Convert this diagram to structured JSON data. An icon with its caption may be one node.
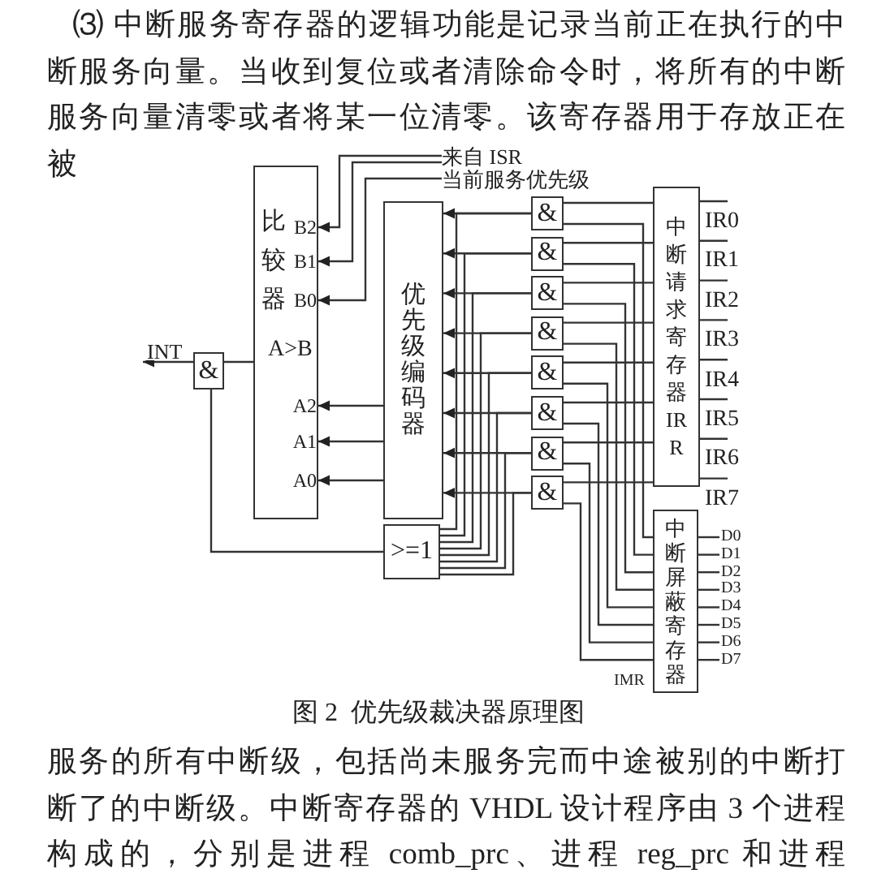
{
  "diagram": {
    "caption": "图 2  优先级裁决器原理图",
    "nodes": [
      {
        "text": [
          "来自 ISR"
        ]
      },
      {
        "text": [
          "当前服务优先级"
        ]
      },
      {
        "text": [
          "比较器",
          "A>B"
        ]
      },
      {
        "text": [
          "&"
        ]
      },
      {
        "text": [
          "优先级编码器"
        ]
      },
      {
        "text": [
          "&"
        ]
      },
      {
        "text": [
          "&"
        ]
      },
      {
        "text": [
          "&"
        ]
      },
      {
        "text": [
          "&"
        ]
      },
      {
        "text": [
          "&"
        ]
      },
      {
        "text": [
          "&"
        ]
      },
      {
        "text": [
          "&"
        ]
      },
      {
        "text": [
          "&"
        ]
      },
      {
        "text": [
          "中断请求寄存器 IRR"
        ]
      },
      {
        "text": [
          ">=1"
        ]
      },
      {
        "text": [
          "中断屏蔽寄存器"
        ],
        "beside": [
          "IMR"
        ]
      }
    ],
    "edges": [
      {
        "from": 0,
        "to": 2,
        "arrow": "to"
      },
      {
        "from": 0,
        "to": 2,
        "arrow": "to"
      },
      {
        "from": 1,
        "to": 2,
        "arrow": "to"
      },
      {
        "from": 4,
        "to": 2,
        "arrow": "to"
      },
      {
        "from": 4,
        "to": 2,
        "arrow": "to"
      },
      {
        "from": 4,
        "to": 2,
        "arrow": "to"
      },
      {
        "from": 2,
        "to": 3,
        "arrow": "none"
      },
      {
        "from": 3,
        "to": null,
        "arrow": "to",
        "label": "INT"
      },
      {
        "from": 14,
        "to": 3,
        "arrow": "none"
      },
      {
        "from": 5,
        "to": 4,
        "arrow": "to"
      },
      {
        "from": 6,
        "to": 4,
        "arrow": "to"
      },
      {
        "from": 7,
        "to": 4,
        "arrow": "to"
      },
      {
        "from": 8,
        "to": 4,
        "arrow": "to"
      },
      {
        "from": 9,
        "to": 4,
        "arrow": "to"
      },
      {
        "from": 10,
        "to": 4,
        "arrow": "to"
      },
      {
        "from": 11,
        "to": 4,
        "arrow": "to"
      },
      {
        "from": 12,
        "to": 4,
        "arrow": "to"
      },
      {
        "from": 5,
        "to": 14,
        "arrow": "none"
      },
      {
        "from": 6,
        "to": 14,
        "arrow": "none"
      },
      {
        "from": 7,
        "to": 14,
        "arrow": "none"
      },
      {
        "from": 8,
        "to": 14,
        "arrow": "none"
      },
      {
        "from": 9,
        "to": 14,
        "arrow": "none"
      },
      {
        "from": 10,
        "to": 14,
        "arrow": "none"
      },
      {
        "from": 11,
        "to": 14,
        "arrow": "none"
      },
      {
        "from": 12,
        "to": 14,
        "arrow": "none"
      },
      {
        "from": 13,
        "to": 5,
        "arrow": "none"
      },
      {
        "from": 13,
        "to": 6,
        "arrow": "none"
      },
      {
        "from": 13,
        "to": 7,
        "arrow": "none"
      },
      {
        "from": 13,
        "to": 8,
        "arrow": "none"
      },
      {
        "from": 13,
        "to": 9,
        "arrow": "none"
      },
      {
        "from": 13,
        "to": 10,
        "arrow": "none"
      },
      {
        "from": 13,
        "to": 11,
        "arrow": "none"
      },
      {
        "from": 13,
        "to": 12,
        "arrow": "none"
      },
      {
        "from": 15,
        "to": 5,
        "arrow": "none"
      },
      {
        "from": 15,
        "to": 6,
        "arrow": "none"
      },
      {
        "from": 15,
        "to": 7,
        "arrow": "none"
      },
      {
        "from": 15,
        "to": 8,
        "arrow": "none"
      },
      {
        "from": 15,
        "to": 9,
        "arrow": "none"
      },
      {
        "from": 15,
        "to": 10,
        "arrow": "none"
      },
      {
        "from": 15,
        "to": 11,
        "arrow": "none"
      },
      {
        "from": 15,
        "to": 12,
        "arrow": "none"
      }
    ],
    "labels": [
      "⑶ 中断服务寄存器的逻辑功能是记录当前正在执行的中断服务向量。当收到复位或者清除命令时，将所有的中断服务向量清零或者将某一位清零。该寄存器用于存放正在被",
      "B2",
      "B1",
      "B0",
      "A2",
      "A1",
      "A0",
      "IR0",
      "IR1",
      "IR2",
      "IR3",
      "IR4",
      "IR5",
      "IR6",
      "IR7",
      "D0",
      "D1",
      "D2",
      "D3",
      "D4",
      "D5",
      "D6",
      "D7",
      "服务的所有中断级，包括尚未服务完而中途被别的中断打断了的中断级。中断寄存器的 VHDL 设计程序由 3 个进程构成的，分别是进程 comb_prc、进程 reg_prc 和进程 poll_vect_en-"
    ]
  }
}
